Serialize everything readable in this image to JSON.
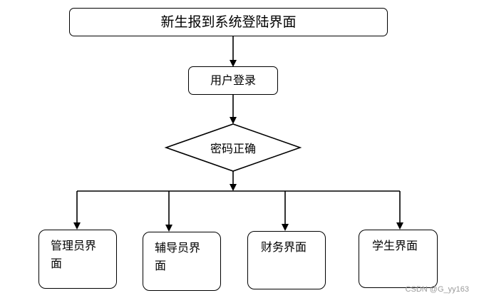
{
  "title": "新生报到系统登陆界面",
  "login": "用户登录",
  "decision": "密码正确",
  "roles": [
    {
      "label": "管理员界\n面"
    },
    {
      "label": "辅导员界\n面"
    },
    {
      "label": "财务界面"
    },
    {
      "label": "学生界面"
    }
  ],
  "watermark": "CSDN @G_yy163"
}
